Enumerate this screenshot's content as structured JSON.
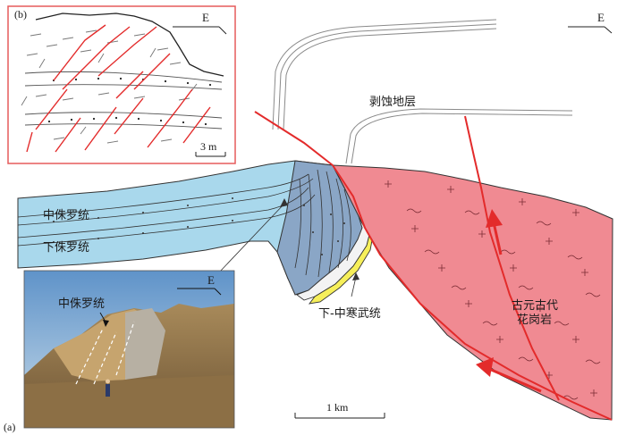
{
  "panels": {
    "a": {
      "tag": "(a)"
    },
    "b": {
      "tag": "(b)",
      "scale_label": "3 m",
      "compass_label": "E"
    }
  },
  "main_section": {
    "compass_label": "E",
    "scale_label": "1 km",
    "labels": {
      "middle_jurassic": "中侏罗统",
      "lower_jurassic": "下侏罗统",
      "eroded_strata": "剥蚀地层",
      "lower_middle_cambrian": "下-中寒武统",
      "granite_line1": "古元古代",
      "granite_line2": "花岗岩"
    }
  },
  "photo": {
    "label": "中侏罗统",
    "compass_label": "E"
  },
  "colors": {
    "jurassic_blue": "#a9d8ec",
    "cambrian_blue": "#8aa6c6",
    "granite_red": "#f08a92",
    "fault_red": "#e32b2b",
    "yellow_bed": "#f6ef5a",
    "frame_red": "#e55b5b"
  }
}
